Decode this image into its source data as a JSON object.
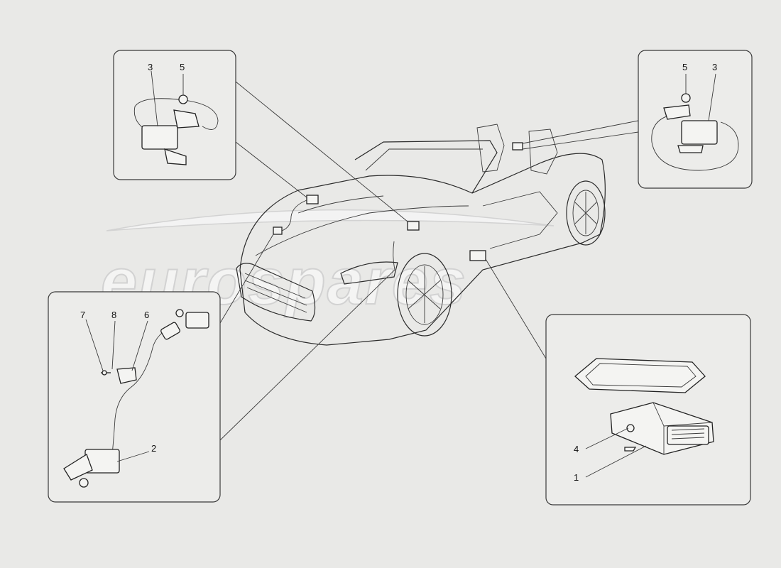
{
  "watermark": {
    "text": "eurospares"
  },
  "callouts": {
    "top_left": [
      "3",
      "5"
    ],
    "top_right": [
      "5",
      "3"
    ],
    "bottom_left": [
      "7",
      "8",
      "6",
      "2"
    ],
    "bottom_right": [
      "4",
      "1"
    ]
  }
}
